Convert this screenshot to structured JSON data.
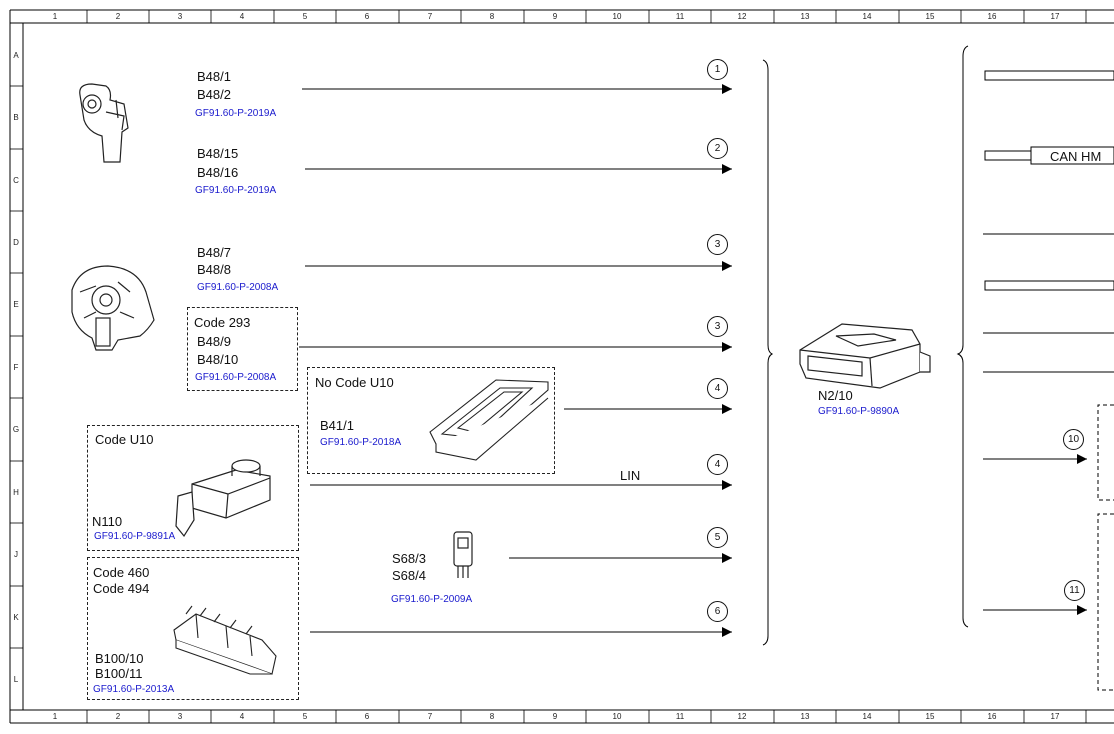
{
  "ruler": {
    "numbers": [
      "1",
      "2",
      "3",
      "4",
      "5",
      "6",
      "7",
      "8",
      "9",
      "10",
      "11",
      "12",
      "13",
      "14",
      "15",
      "16",
      "17"
    ],
    "letters": [
      "A",
      "B",
      "C",
      "D",
      "E",
      "F",
      "G",
      "H",
      "J",
      "K",
      "L"
    ]
  },
  "components": {
    "b48_1": "B48/1",
    "b48_2": "B48/2",
    "ref_2019a_1": "GF91.60-P-2019A",
    "b48_15": "B48/15",
    "b48_16": "B48/16",
    "ref_2019a_2": "GF91.60-P-2019A",
    "b48_7": "B48/7",
    "b48_8": "B48/8",
    "ref_2008a_1": "GF91.60-P-2008A",
    "code_293": "Code 293",
    "b48_9": "B48/9",
    "b48_10": "B48/10",
    "ref_2008a_2": "GF91.60-P-2008A",
    "no_code_u10": "No Code U10",
    "b41_1": "B41/1",
    "ref_2018a": "GF91.60-P-2018A",
    "code_u10": "Code U10",
    "n110": "N110",
    "ref_9891a": "GF91.60-P-9891A",
    "code_460": "Code 460",
    "code_494": "Code 494",
    "b100_10": "B100/10",
    "b100_11": "B100/11",
    "ref_2013a": "GF91.60-P-2013A",
    "s68_3": "S68/3",
    "s68_4": "S68/4",
    "ref_2009a": "GF91.60-P-2009A",
    "n2_10": "N2/10",
    "ref_9890a": "GF91.60-P-9890A",
    "lin": "LIN",
    "can_hm": "CAN HM"
  },
  "signals": [
    "1",
    "2",
    "3",
    "3",
    "4",
    "4",
    "5",
    "6",
    "10",
    "11"
  ]
}
